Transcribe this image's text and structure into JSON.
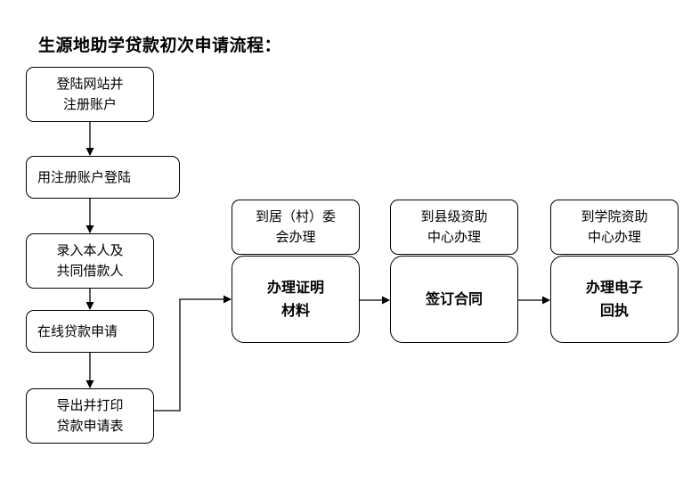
{
  "title": "生源地助学贷款初次申请流程：",
  "steps": {
    "register": "登陆网站并\n注册账户",
    "login": "用注册账户登陆",
    "enter_info": "录入本人及\n共同借款人",
    "apply_online": "在线贷款申请",
    "export_print": "导出并打印\n贷款申请表",
    "village_committee": "到居（村）委\n会办理",
    "prepare_docs": "办理证明\n材料",
    "county_center": "到县级资助\n中心办理",
    "sign_contract": "签订合同",
    "college_center": "到学院资助\n中心办理",
    "e_receipt": "办理电子\n回执"
  },
  "colors": {
    "line": "#000000",
    "background": "#ffffff"
  }
}
